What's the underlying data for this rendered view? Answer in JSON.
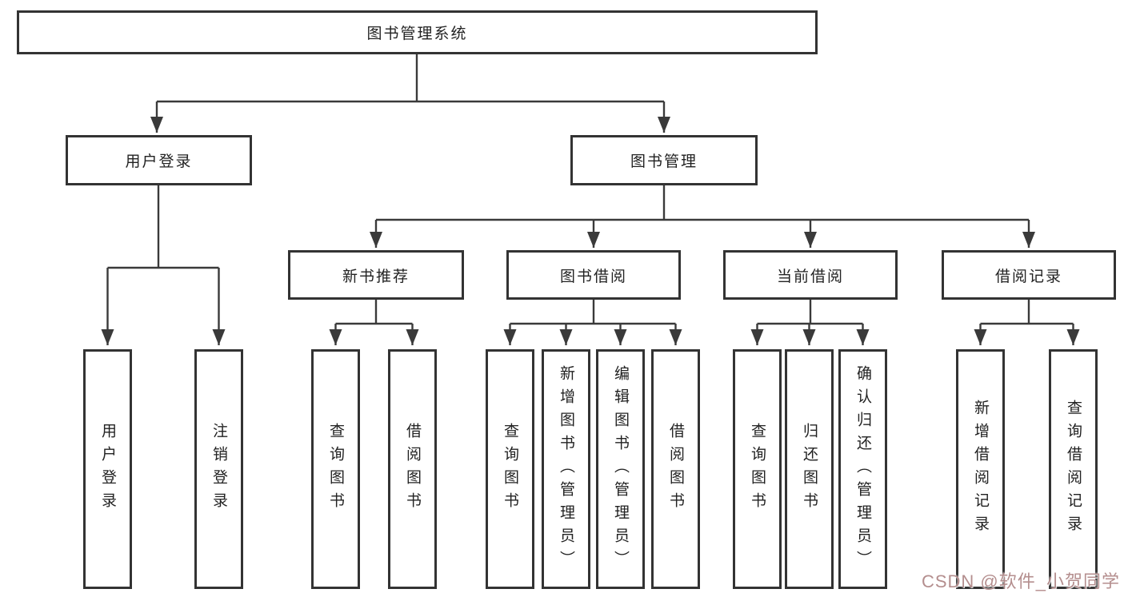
{
  "colors": {
    "line": "#3a3a3a",
    "box_border": "#333333",
    "text": "#222222",
    "watermark": "rgba(176,136,136,0.95)"
  },
  "watermark": "CSDN @软件_小贺同学",
  "nodes": {
    "root": "图书管理系统",
    "user_login": "用户登录",
    "book_management": "图书管理",
    "new_book_recommend": "新书推荐",
    "book_borrow": "图书借阅",
    "current_borrow": "当前借阅",
    "borrow_record": "借阅记录",
    "leaves": {
      "user_login": [
        "用户登录",
        "注销登录"
      ],
      "new_book": [
        "查询图书",
        "借阅图书"
      ],
      "book_borrow": [
        "查询图书",
        "新增图书（管理员）",
        "编辑图书（管理员）",
        "借阅图书"
      ],
      "current_borrow": [
        "查询图书",
        "归还图书",
        "确认归还（管理员）"
      ],
      "borrow_record": [
        "新增借阅记录",
        "查询借阅记录"
      ]
    }
  }
}
